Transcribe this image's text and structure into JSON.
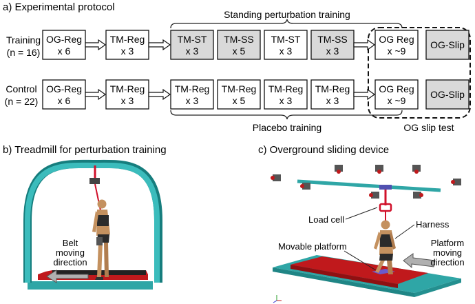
{
  "panel_a": {
    "title": "a) Experimental protocol",
    "groups": {
      "training": {
        "name": "Training",
        "n_label": "(n = 16)"
      },
      "control": {
        "name": "Control",
        "n_label": "(n = 22)"
      }
    },
    "bracket_top_label": "Standing perturbation training",
    "bracket_bottom_label": "Placebo training",
    "og_slip_test_label": "OG slip test",
    "rows": {
      "training": [
        {
          "line1": "OG-Reg",
          "line2": "x 6",
          "shaded": false
        },
        {
          "line1": "TM-Reg",
          "line2": "x 3",
          "shaded": false
        },
        {
          "line1": "TM-ST",
          "line2": "x 3",
          "shaded": true
        },
        {
          "line1": "TM-SS",
          "line2": "x 5",
          "shaded": true
        },
        {
          "line1": "TM-ST",
          "line2": "x 3",
          "shaded": false
        },
        {
          "line1": "TM-SS",
          "line2": "x 3",
          "shaded": true
        },
        {
          "line1": "OG Reg",
          "line2": "x ~9",
          "shaded": false
        },
        {
          "line1": "OG-Slip",
          "line2": "",
          "shaded": true
        }
      ],
      "control": [
        {
          "line1": "OG-Reg",
          "line2": "x 6",
          "shaded": false
        },
        {
          "line1": "TM-Reg",
          "line2": "x 3",
          "shaded": false
        },
        {
          "line1": "TM-Reg",
          "line2": "x 3",
          "shaded": false
        },
        {
          "line1": "TM-Reg",
          "line2": "x 5",
          "shaded": false
        },
        {
          "line1": "TM-Reg",
          "line2": "x 3",
          "shaded": false
        },
        {
          "line1": "TM-Reg",
          "line2": "x 3",
          "shaded": false
        },
        {
          "line1": "OG Reg",
          "line2": "x ~9",
          "shaded": false
        },
        {
          "line1": "OG-Slip",
          "line2": "",
          "shaded": true
        }
      ]
    }
  },
  "panel_b": {
    "title": "b) Treadmill for perturbation training",
    "belt_label": [
      "Belt",
      "moving",
      "direction"
    ]
  },
  "panel_c": {
    "title": "c) Overground sliding device",
    "load_cell_label": "Load cell",
    "harness_label": "Harness",
    "platform_label": "Movable platform",
    "platform_dir_label": [
      "Platform",
      "moving",
      "direction"
    ]
  },
  "colors": {
    "box_shaded": "#d9d9d9",
    "teal": "#2fa6a6",
    "red_base": "#c0191c",
    "arrow_gray": "#b0b0b0",
    "skin": "#c4915f"
  }
}
